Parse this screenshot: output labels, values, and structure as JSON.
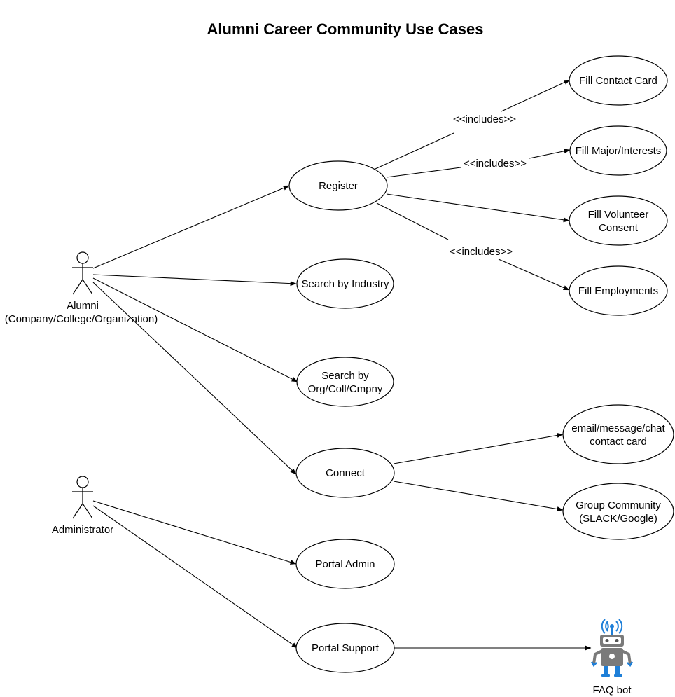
{
  "title": "Alumni Career Community Use Cases",
  "actors": {
    "alumni": {
      "label_line1": "Alumni",
      "label_line2": "(Company/College/Organization)"
    },
    "administrator": {
      "label": "Administrator"
    },
    "faq_bot": {
      "label": "FAQ bot",
      "icon": "robot-icon"
    }
  },
  "use_cases": {
    "register": "Register",
    "search_industry": "Search by Industry",
    "search_org_line1": "Search by",
    "search_org_line2": "Org/Coll/Cmpny",
    "connect": "Connect",
    "portal_admin": "Portal Admin",
    "portal_support": "Portal Support",
    "fill_contact_card": "Fill Contact Card",
    "fill_major": "Fill Major/Interests",
    "fill_volunteer_line1": "Fill Volunteer",
    "fill_volunteer_line2": "Consent",
    "fill_employments": "Fill Employments",
    "email_line1": "email/message/chat",
    "email_line2": "contact card",
    "group_line1": "Group Community",
    "group_line2": "(SLACK/Google)"
  },
  "relations": {
    "includes_1": "<<includes>>",
    "includes_2": "<<includes>>",
    "includes_3": "<<includes>>"
  },
  "colors": {
    "robot_blue": "#1e7fd8",
    "robot_gray": "#7a7a7a"
  }
}
